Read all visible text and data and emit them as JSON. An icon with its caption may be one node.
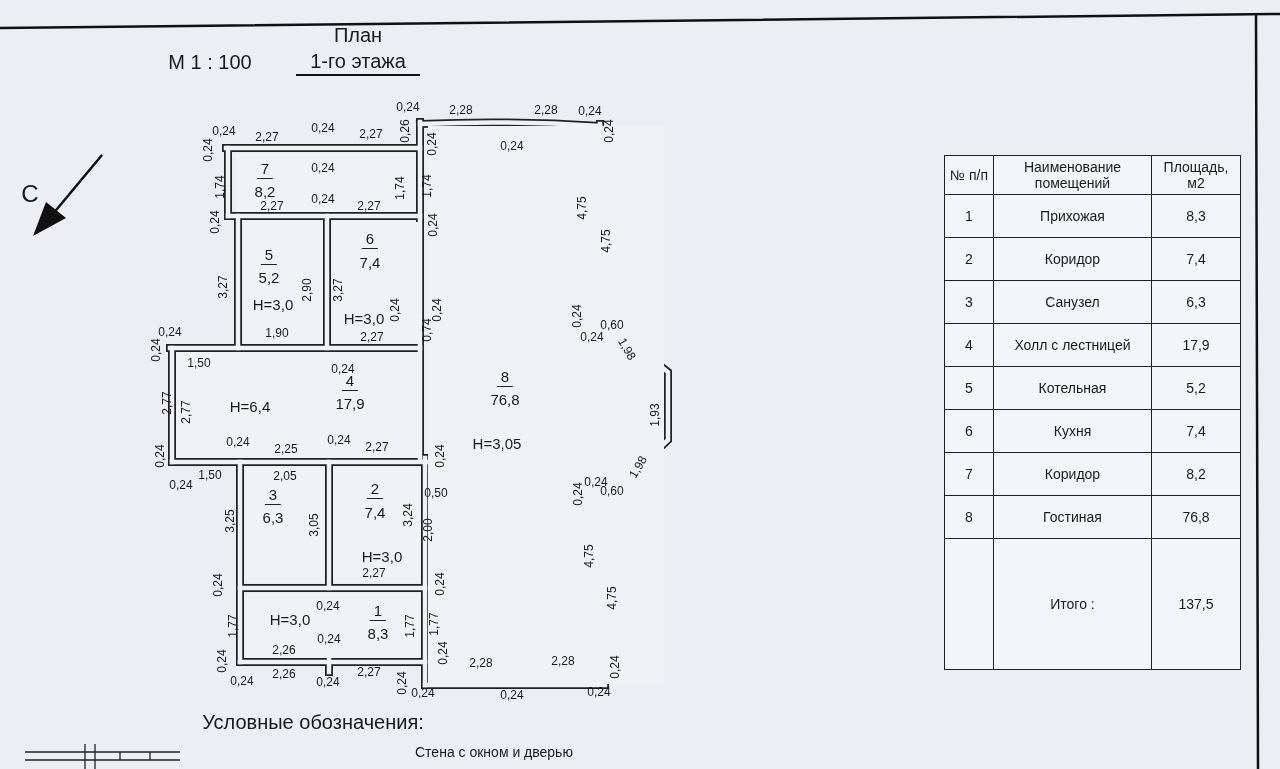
{
  "diagram": {
    "title": "План 1-го этажа",
    "nodes": [
      {
        "text": [
          "7",
          "8,2"
        ]
      },
      {
        "text": [
          "5",
          "5,2",
          "H=3,0"
        ]
      },
      {
        "text": [
          "6",
          "7,4",
          "H=3,0"
        ]
      },
      {
        "text": [
          "H=6,4",
          "4",
          "17,9"
        ]
      },
      {
        "text": [
          "8",
          "76,8",
          "H=3,05"
        ]
      },
      {
        "text": [
          "3",
          "6,3"
        ]
      },
      {
        "text": [
          "2",
          "7,4",
          "H=3,0"
        ]
      },
      {
        "text": [
          "1",
          "8,3",
          "H=3,0"
        ]
      }
    ],
    "edges": [],
    "labels": [
      "М 1 : 100",
      "С",
      "0,24",
      "2,28",
      "2,28",
      "0,24",
      "0,24",
      "2,27",
      "0,24",
      "2,27",
      "0,26",
      "0,24",
      "0,24",
      "0,24",
      "0,24",
      "0,24",
      "1,74",
      "1,74",
      "1,74",
      "0,24",
      "2,27",
      "2,27",
      "4,75",
      "0,24",
      "0,24",
      "4,75",
      "3,27",
      "2,90",
      "3,27",
      "0,24",
      "0,24",
      "0,24",
      "0,24",
      "0,60",
      "1,90",
      "2,27",
      "0,74",
      "0,24",
      "0,24",
      "1,50",
      "0,24",
      "1,98",
      "2,77",
      "2,77",
      "1,93",
      "0,24",
      "0,24",
      "2,25",
      "0,24",
      "2,27",
      "0,24",
      "1,50",
      "0,24",
      "2,05",
      "1,98",
      "0,50",
      "0,24",
      "0,24",
      "0,60",
      "3,25",
      "3,05",
      "3,24",
      "2,00",
      "4,75",
      "2,27",
      "0,24",
      "0,24",
      "4,75",
      "0,24",
      "1,77",
      "1,77",
      "1,77",
      "0,24",
      "2,26",
      "0,24",
      "0,24",
      "2,28",
      "2,28",
      "0,24",
      "2,26",
      "0,24",
      "0,24",
      "2,27",
      "0,24",
      "0,24",
      "0,24",
      "0,24",
      "Условные обозначения:",
      "№ п/п",
      "Наименование помещений",
      "Площадь, м2",
      "1",
      "Прихожая",
      "8,3",
      "2",
      "Коридор",
      "7,4",
      "3",
      "Санузел",
      "6,3",
      "4",
      "Холл с лестницей",
      "17,9",
      "5",
      "Котельная",
      "5,2",
      "6",
      "Кухня",
      "7,4",
      "7",
      "Коридор",
      "8,2",
      "8",
      "Гостиная",
      "76,8",
      "Итого :",
      "137,5"
    ],
    "legend": [
      {
        "text": "Стена с окном и дверью"
      }
    ]
  }
}
